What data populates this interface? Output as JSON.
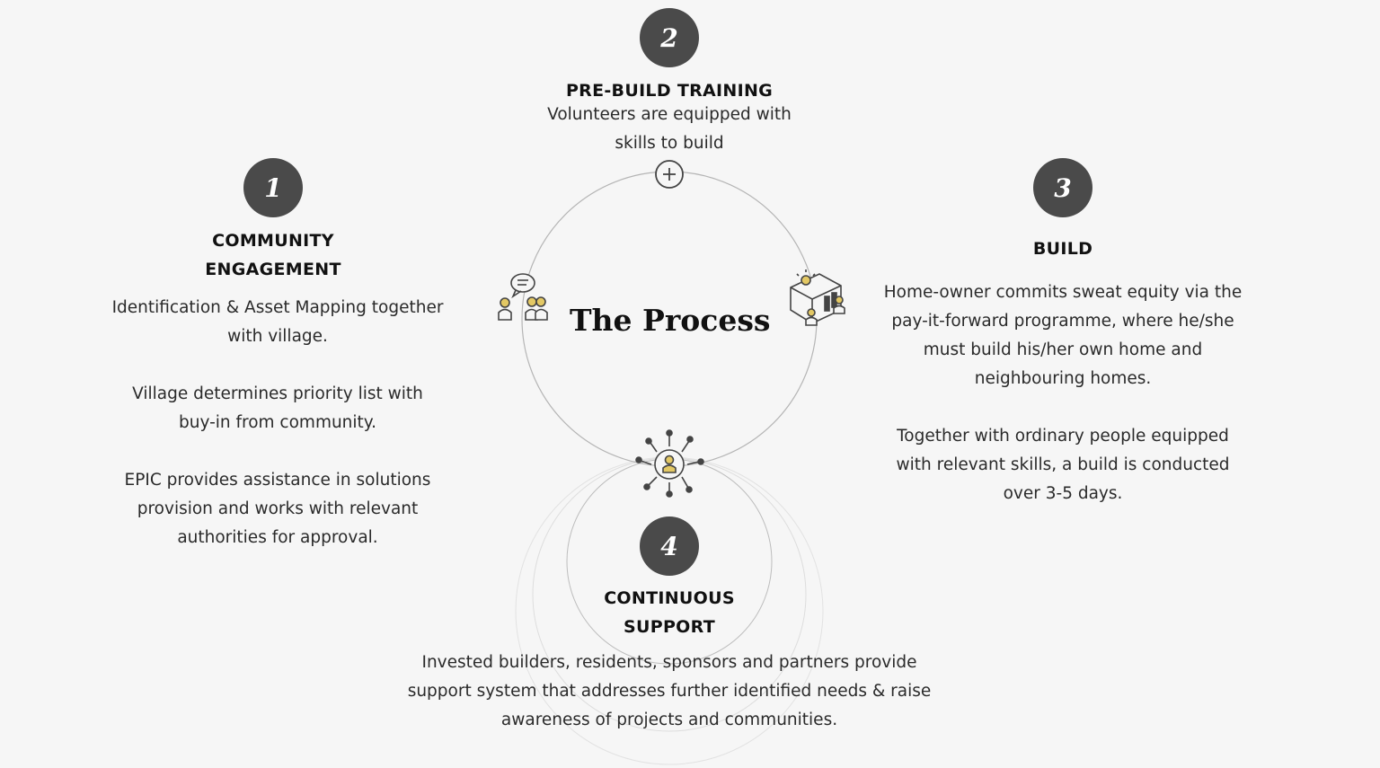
{
  "diagram": {
    "center_title": "The Process",
    "colors": {
      "badge": "#4a4a4a",
      "ring": "#b5b5b5",
      "icon_accent": "#e3c864",
      "text": "#1f1f1f"
    },
    "icons": [
      "plus-circle-icon",
      "community-chat-icon",
      "house-build-icon",
      "support-network-icon"
    ]
  },
  "steps": [
    {
      "number": "1",
      "title": "COMMUNITY\nENGAGEMENT",
      "description": "Identification & Asset Mapping together\nwith village.\n\nVillage determines priority list with\nbuy-in from community.\n\nEPIC provides assistance in solutions\nprovision and works with relevant\nauthorities for approval."
    },
    {
      "number": "2",
      "title": "PRE-BUILD TRAINING",
      "description": "Volunteers are equipped with\nskills to build"
    },
    {
      "number": "3",
      "title": "BUILD",
      "description": "Home-owner commits sweat equity via the\npay-it-forward programme, where he/she\nmust build his/her own home and\nneighbouring homes.\n\nTogether with ordinary people equipped\nwith relevant skills, a build is conducted\nover 3-5 days."
    },
    {
      "number": "4",
      "title": "CONTINUOUS\nSUPPORT",
      "description": "Invested builders, residents, sponsors and partners provide\nsupport system that addresses further identified needs & raise\nawareness of projects and communities."
    }
  ]
}
